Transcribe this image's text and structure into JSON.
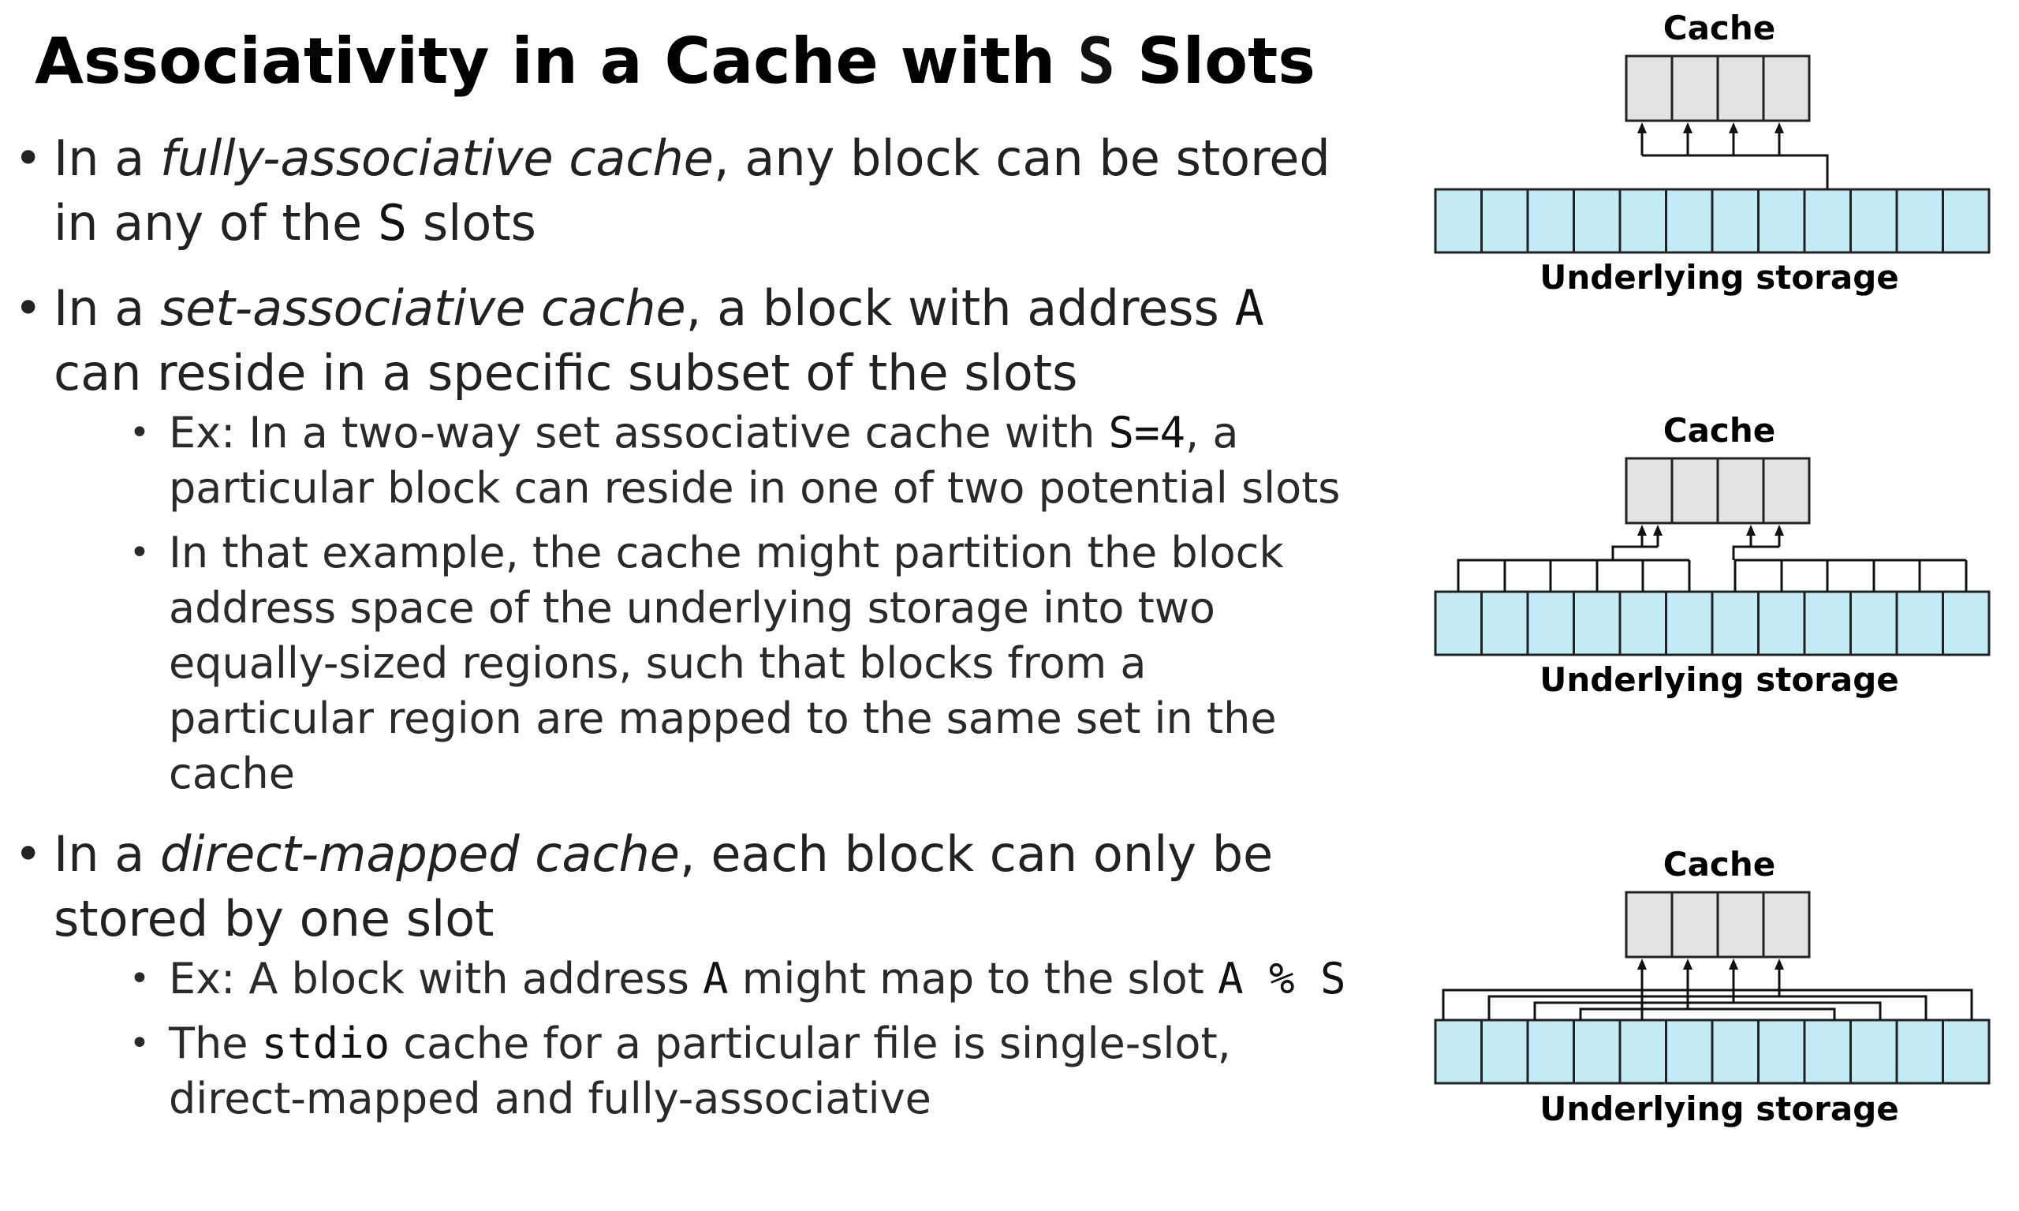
{
  "title": {
    "pre": "Associativity in a Cache with ",
    "mono": "S",
    "post": " Slots"
  },
  "bullets": {
    "fully": {
      "pre": "In a ",
      "em": "fully-associative cache",
      "mid": ", any block can be stored in any of the ",
      "mono": "S",
      "post": " slots"
    },
    "set": {
      "pre": "In a ",
      "em": "set-associative cache",
      "mid": ", a block with address ",
      "mono": "A",
      "post": " can reside in a specific subset of the slots",
      "sub1": {
        "pre": "Ex: In a two-way set associative cache with ",
        "mono": "S=4",
        "post": ", a particular block can reside in one of two potential slots"
      },
      "sub2": "In that example, the cache might partition the block address space of the underlying storage into two equally-sized regions, such that blocks from a particular region are mapped to the same set in the cache"
    },
    "direct": {
      "pre": "In a ",
      "em": "direct-mapped cache",
      "post": ", each block can only be stored by one slot",
      "sub1": {
        "pre": "Ex: A block with address ",
        "mono1": "A",
        "mid": " might map to the slot ",
        "mono2": "A % S"
      },
      "sub2": {
        "pre": "The ",
        "mono": "stdio",
        "post": " cache for a particular file is single-slot, direct-mapped and fully-associative"
      }
    }
  },
  "diagrams": [
    {
      "id": "fully",
      "cache_label": "Cache",
      "storage_label": "Underlying storage"
    },
    {
      "id": "set",
      "cache_label": "Cache",
      "storage_label": "Underlying storage"
    },
    {
      "id": "direct",
      "cache_label": "Cache",
      "storage_label": "Underlying storage"
    }
  ],
  "colors": {
    "cache_slot": "#e3e3e3",
    "storage_block": "#c2ebf5",
    "outline": "#222222",
    "text": "#1a1a1a"
  }
}
